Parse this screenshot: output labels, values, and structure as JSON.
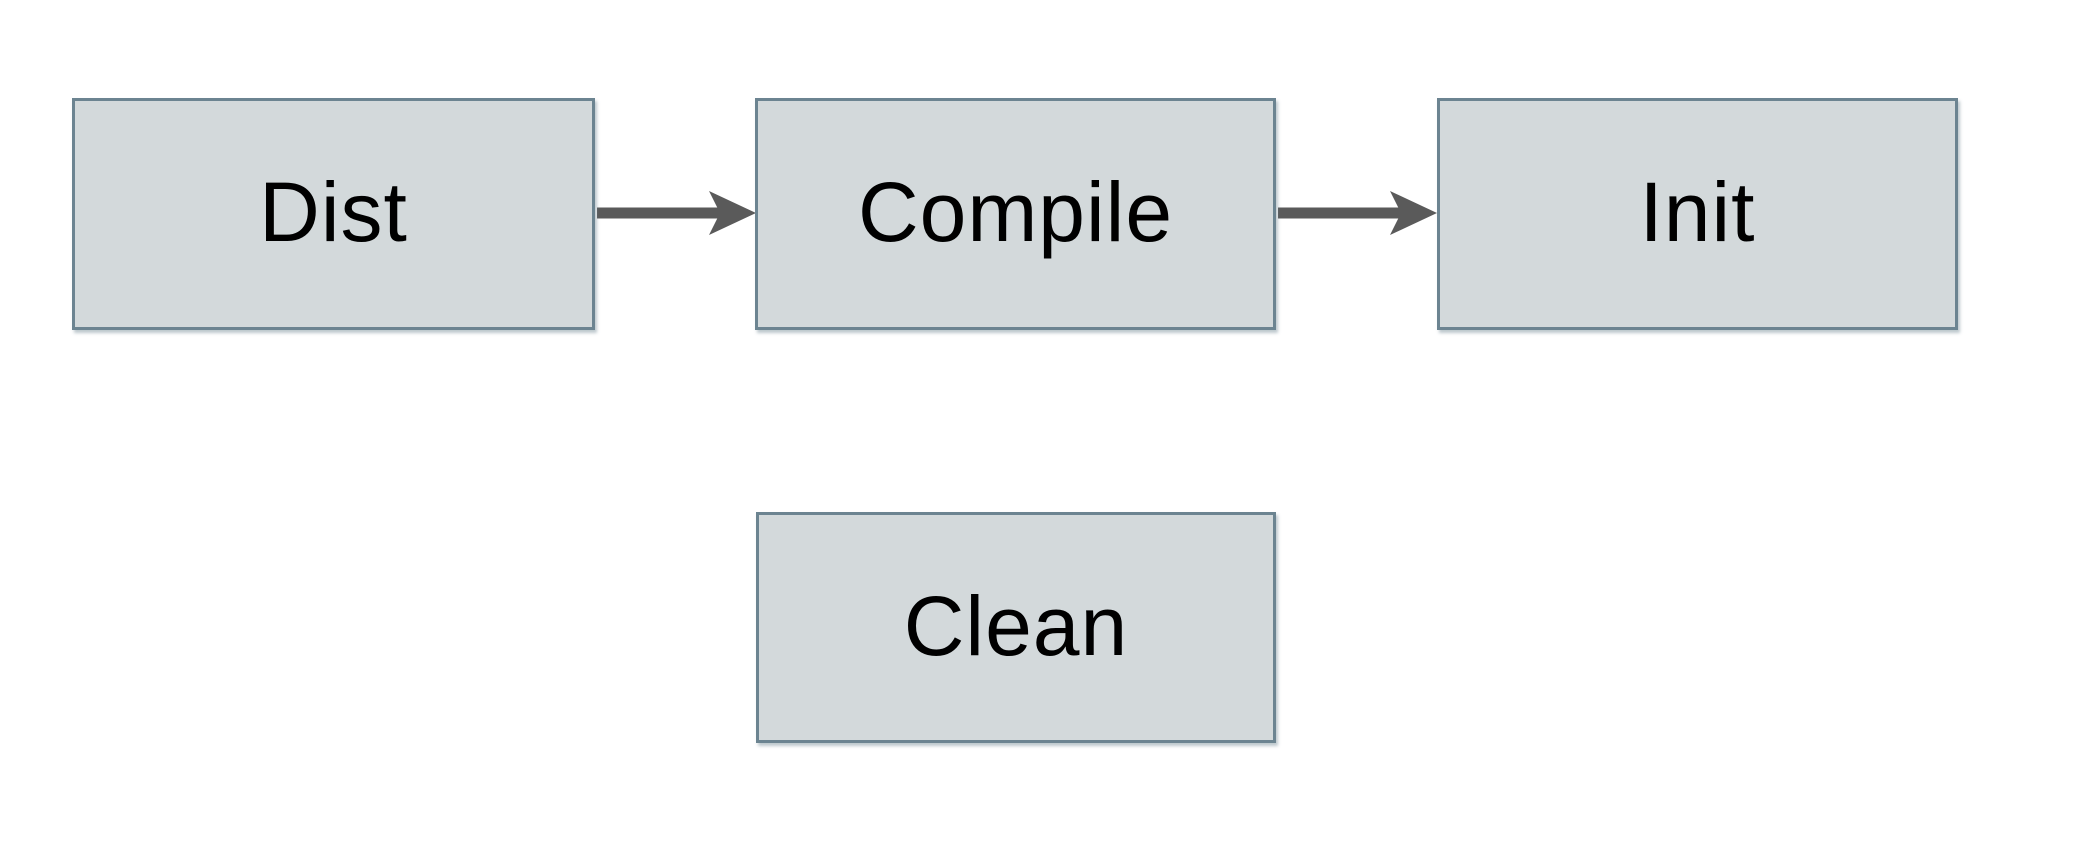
{
  "diagram": {
    "type": "flowchart",
    "background_color": "#ffffff",
    "node_fill_color": "#d3d9db",
    "node_border_color": "#6c8491",
    "arrow_color": "#5a5a5a",
    "text_color": "#000000",
    "nodes": [
      {
        "id": "dist",
        "label": "Dist"
      },
      {
        "id": "compile",
        "label": "Compile"
      },
      {
        "id": "init",
        "label": "Init"
      },
      {
        "id": "clean",
        "label": "Clean"
      }
    ],
    "edges": [
      {
        "from": "Dist",
        "to": "Compile",
        "direction": "right"
      },
      {
        "from": "Compile",
        "to": "Init",
        "direction": "right"
      }
    ]
  }
}
